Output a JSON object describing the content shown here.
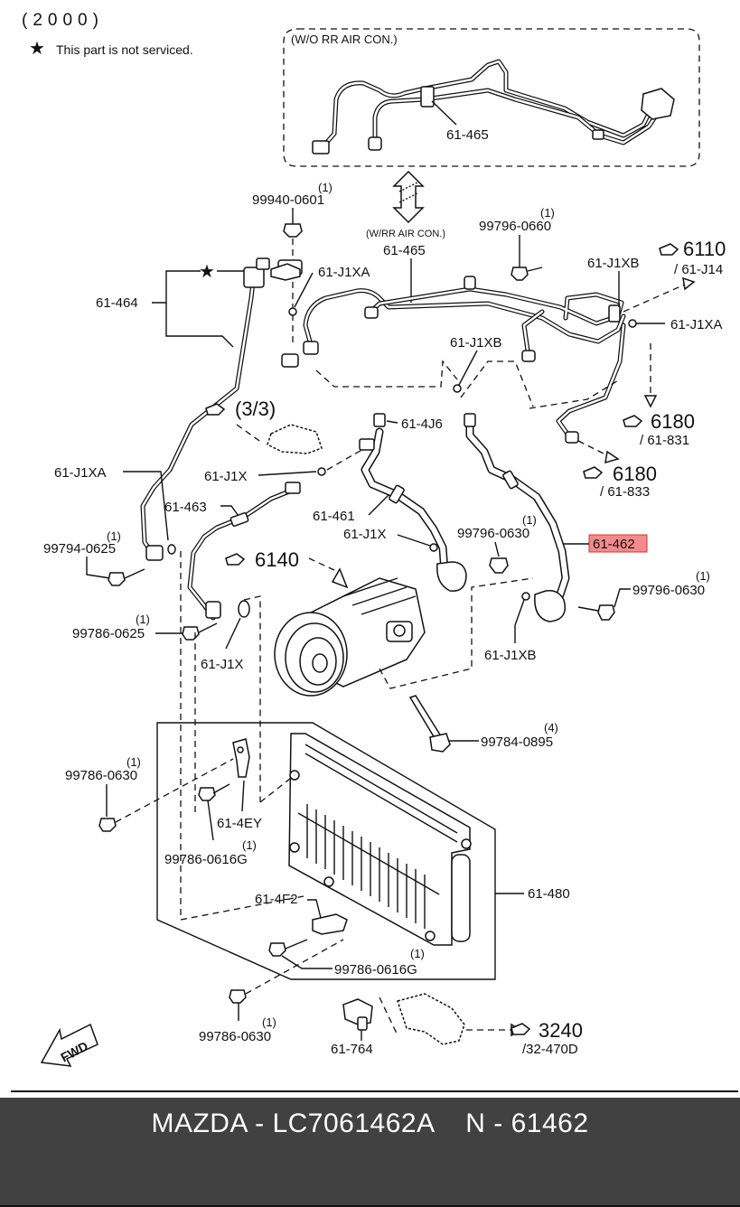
{
  "header": {
    "year_code": "(2000)",
    "note_star": "★",
    "note_text": "This part is not serviced."
  },
  "variants": {
    "wo_rr": "(W/O RR AIR CON.)",
    "w_rr": "(W/RR AIR CON.)"
  },
  "labels": {
    "p61_465_top": "61-465",
    "p61_465_mid": "61-465",
    "p99940_0601": "99940-0601",
    "q1_99940": "(1)",
    "p61_464": "61-464",
    "p61_j1xa_a": "61-J1XA",
    "p99796_0660": "99796-0660",
    "q1_99796a": "(1)",
    "p61_j1xb_a": "61-J1XB",
    "ref_6110": "6110",
    "ref_61_j14": "/ 61-J14",
    "p61_j1xa_b": "61-J1XA",
    "p61_j1xb_b": "61-J1XB",
    "ref_6180a": "6180",
    "ref_61_831": "/ 61-831",
    "ref_33": "(3/3)",
    "p61_4j6": "61-4J6",
    "ref_6180b": "6180",
    "ref_61_833": "/ 61-833",
    "p61_j1xa_c": "61-J1XA",
    "p61_j1x_a": "61-J1X",
    "p61_463": "61-463",
    "p61_461": "61-461",
    "q1_99796b": "(1)",
    "p61_j1x_b": "61-J1X",
    "p99796_0630a": "99796-0630",
    "p61_462": "61-462",
    "q1_99794": "(1)",
    "p99794_0625": "99794-0625",
    "ref_6140": "6140",
    "q1_99796c": "(1)",
    "p99796_0630b": "99796-0630",
    "q1_99786a": "(1)",
    "p99786_0625": "99786-0625",
    "p61_j1xb_c": "61-J1XB",
    "p61_j1x_c": "61-J1X",
    "q4_99784": "(4)",
    "p99784_0895": "99784-0895",
    "q1_99786b": "(1)",
    "p99786_0630a": "99786-0630",
    "p61_4ey": "61-4EY",
    "q1_99786c": "(1)",
    "p99786_0616g_a": "99786-0616G",
    "p61_480": "61-480",
    "p61_4f2": "61-4F2",
    "q1_99786d": "(1)",
    "p99786_0616g_b": "99786-0616G",
    "q1_99786e": "(1)",
    "p99786_0630b": "99786-0630",
    "p61_764": "61-764",
    "ref_3240": "3240",
    "ref_32_470d": "/32-470D",
    "fwd": "FWD"
  },
  "footer": {
    "title": "MAZDA - LC7061462A    N - 61462"
  },
  "colors": {
    "highlight_fill": "#f28b8b",
    "highlight_border": "#d93030",
    "footer_bg": "#414141",
    "footer_text": "#ffffff"
  },
  "highlighted_part": "61-462"
}
